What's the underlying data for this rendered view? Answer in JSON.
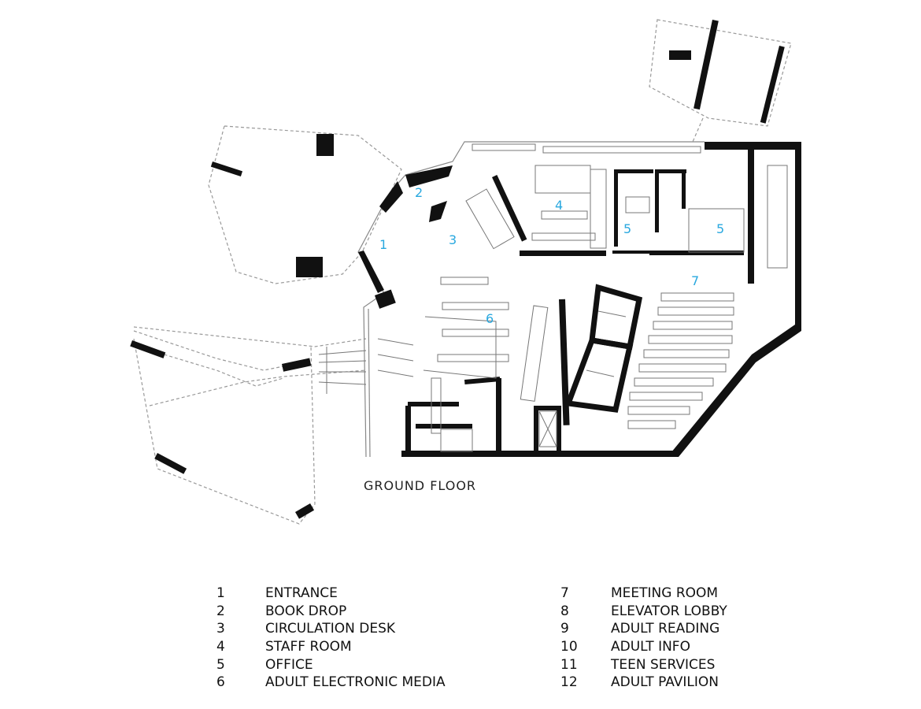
{
  "floor_title": "GROUND FLOOR",
  "room_numbers": [
    "1",
    "2",
    "3",
    "4",
    "5",
    "5",
    "6",
    "7"
  ],
  "legend": {
    "left": [
      {
        "num": "1",
        "label": "ENTRANCE"
      },
      {
        "num": "2",
        "label": "BOOK DROP"
      },
      {
        "num": "3",
        "label": "CIRCULATION DESK"
      },
      {
        "num": "4",
        "label": "STAFF ROOM"
      },
      {
        "num": "5",
        "label": "OFFICE"
      },
      {
        "num": "6",
        "label": "ADULT ELECTRONIC MEDIA"
      }
    ],
    "right": [
      {
        "num": "7",
        "label": "MEETING ROOM"
      },
      {
        "num": "8",
        "label": "ELEVATOR LOBBY"
      },
      {
        "num": "9",
        "label": "ADULT READING"
      },
      {
        "num": "10",
        "label": "ADULT INFO"
      },
      {
        "num": "11",
        "label": "TEEN SERVICES"
      },
      {
        "num": "12",
        "label": "ADULT PAVILION"
      }
    ]
  },
  "colors": {
    "walls": "#111111",
    "room_numbers": "#29a8df",
    "dashed": "#999999"
  }
}
